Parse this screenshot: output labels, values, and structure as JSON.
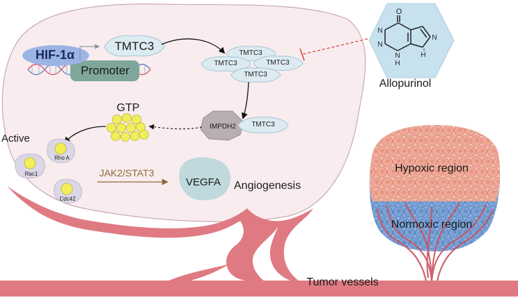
{
  "labels": {
    "hif": "HIF-1α",
    "tmtc3_top": "TMTC3",
    "promoter": "Promoter",
    "tmtc3_cluster": [
      "TMTC3",
      "TMTC3",
      "TMTC3",
      "TMTC3"
    ],
    "impdh2": "IMPDH2",
    "tmtc3_complex": "TMTC3",
    "gtp": "GTP",
    "active": "Active",
    "rac1": "Rac1",
    "rhoa": "Rho A",
    "cdc42": "Cdc42",
    "jak_stat": "JAK2/STAT3",
    "vegfa": "VEGFA",
    "angiogenesis": "Angiogenesis",
    "allopurinol": "Allopurinol",
    "hypoxic": "Hypoxic region",
    "normoxic": "Normoxic region",
    "tumor_vessels": "Tumor vessels"
  },
  "molecule_atoms": {
    "o": "O",
    "n1": "N",
    "n2": "N",
    "n3": "N",
    "n4": "N",
    "h1": "H",
    "h2": "H"
  },
  "colors": {
    "cell_fill": "#f8ecee",
    "cell_stroke": "#c9a9b0",
    "vessel": "#e07a82",
    "vessel_dark": "#c94f5a",
    "hif_fill": "#9bb4e6",
    "promoter_fill": "#7fa69a",
    "tmtc3_fill": "#dcebf2",
    "impdh2_fill": "#b9aeb0",
    "gtp_ball": "#f1ee5a",
    "vegfa_fill": "#bfd9dd",
    "hex_fill": "#c7e1ee",
    "inhibit": "#d9443a",
    "hypoxic_cell": "#f0a896",
    "normoxic_cell": "#7aa2d6",
    "jak_text": "#8a6a3a",
    "dna_red": "#d85566",
    "dna_blue": "#6a7fc0"
  }
}
